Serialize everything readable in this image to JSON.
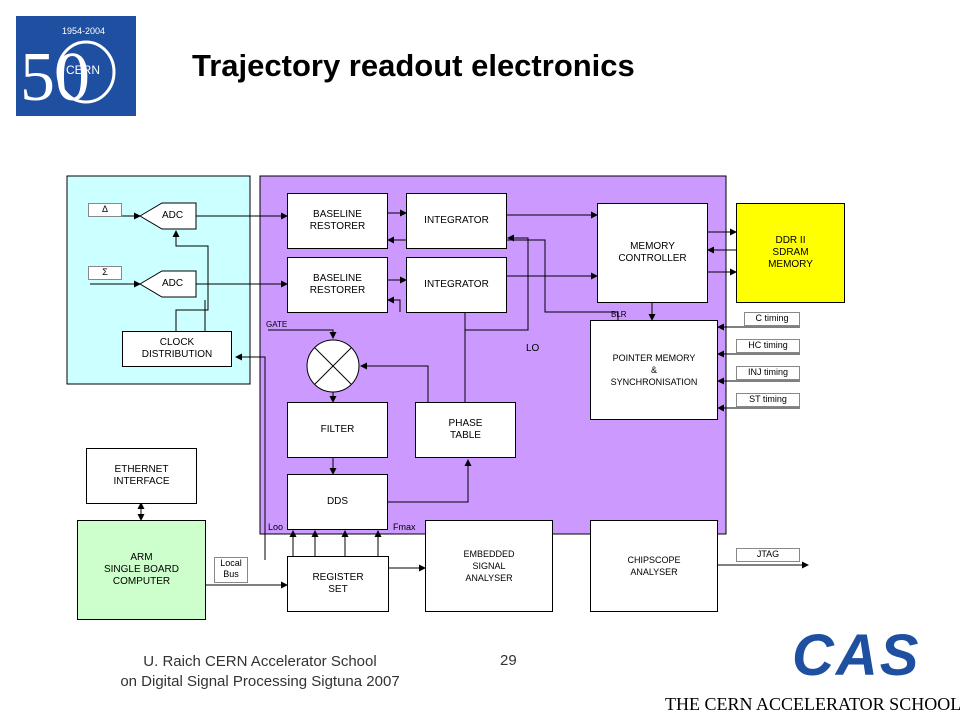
{
  "header": {
    "title": "Trajectory readout electronics",
    "logo": {
      "years": "1954-2004",
      "number": "50",
      "org": "CERN"
    }
  },
  "diagram": {
    "inputs": {
      "delta": "Δ",
      "sigma": "Σ"
    },
    "blocks": {
      "adc_top": "ADC",
      "adc_bottom": "ADC",
      "clock": "CLOCK\nDISTRIBUTION",
      "baseline_1": "BASELINE\nRESTORER",
      "baseline_2": "BASELINE\nRESTORER",
      "integrator_1": "INTEGRATOR",
      "integrator_2": "INTEGRATOR",
      "memory_controller": "MEMORY\nCONTROLLER",
      "ddr": "DDR II\nSDRAM\nMEMORY",
      "pointer_memory": "POINTER MEMORY\n&\nSYNCHRONISATION",
      "filter": "FILTER",
      "phase_table": "PHASE\nTABLE",
      "dds": "DDS",
      "ethernet": "ETHERNET\nINTERFACE",
      "arm": "ARM\nSINGLE BOARD\nCOMPUTER",
      "register_set": "REGISTER\nSET",
      "embedded_analyser": "EMBEDDED\nSIGNAL\nANALYSER",
      "chipscope": "CHIPSCOPE\nANALYSER"
    },
    "labels": {
      "gate": "GATE",
      "blr": "BLR",
      "lo": "LO",
      "loo": "Loo",
      "fmax": "Fmax",
      "local_bus": "Local\nBus"
    },
    "timing_inputs": [
      "C timing",
      "HC timing",
      "INJ timing",
      "ST timing"
    ],
    "jtag": "JTAG"
  },
  "footer": {
    "author": "U. Raich  CERN Accelerator School\non Digital Signal Processing  Sigtuna 2007",
    "page": "29",
    "cas_logo": "CAS",
    "school": "THE CERN ACCELERATOR SCHOOL"
  },
  "colors": {
    "analog_panel": "#ccffff",
    "fpga_panel": "#cc99ff",
    "ddr": "#ffff00",
    "arm": "#ccffcc",
    "logo_blue": "#1e4fa0"
  }
}
